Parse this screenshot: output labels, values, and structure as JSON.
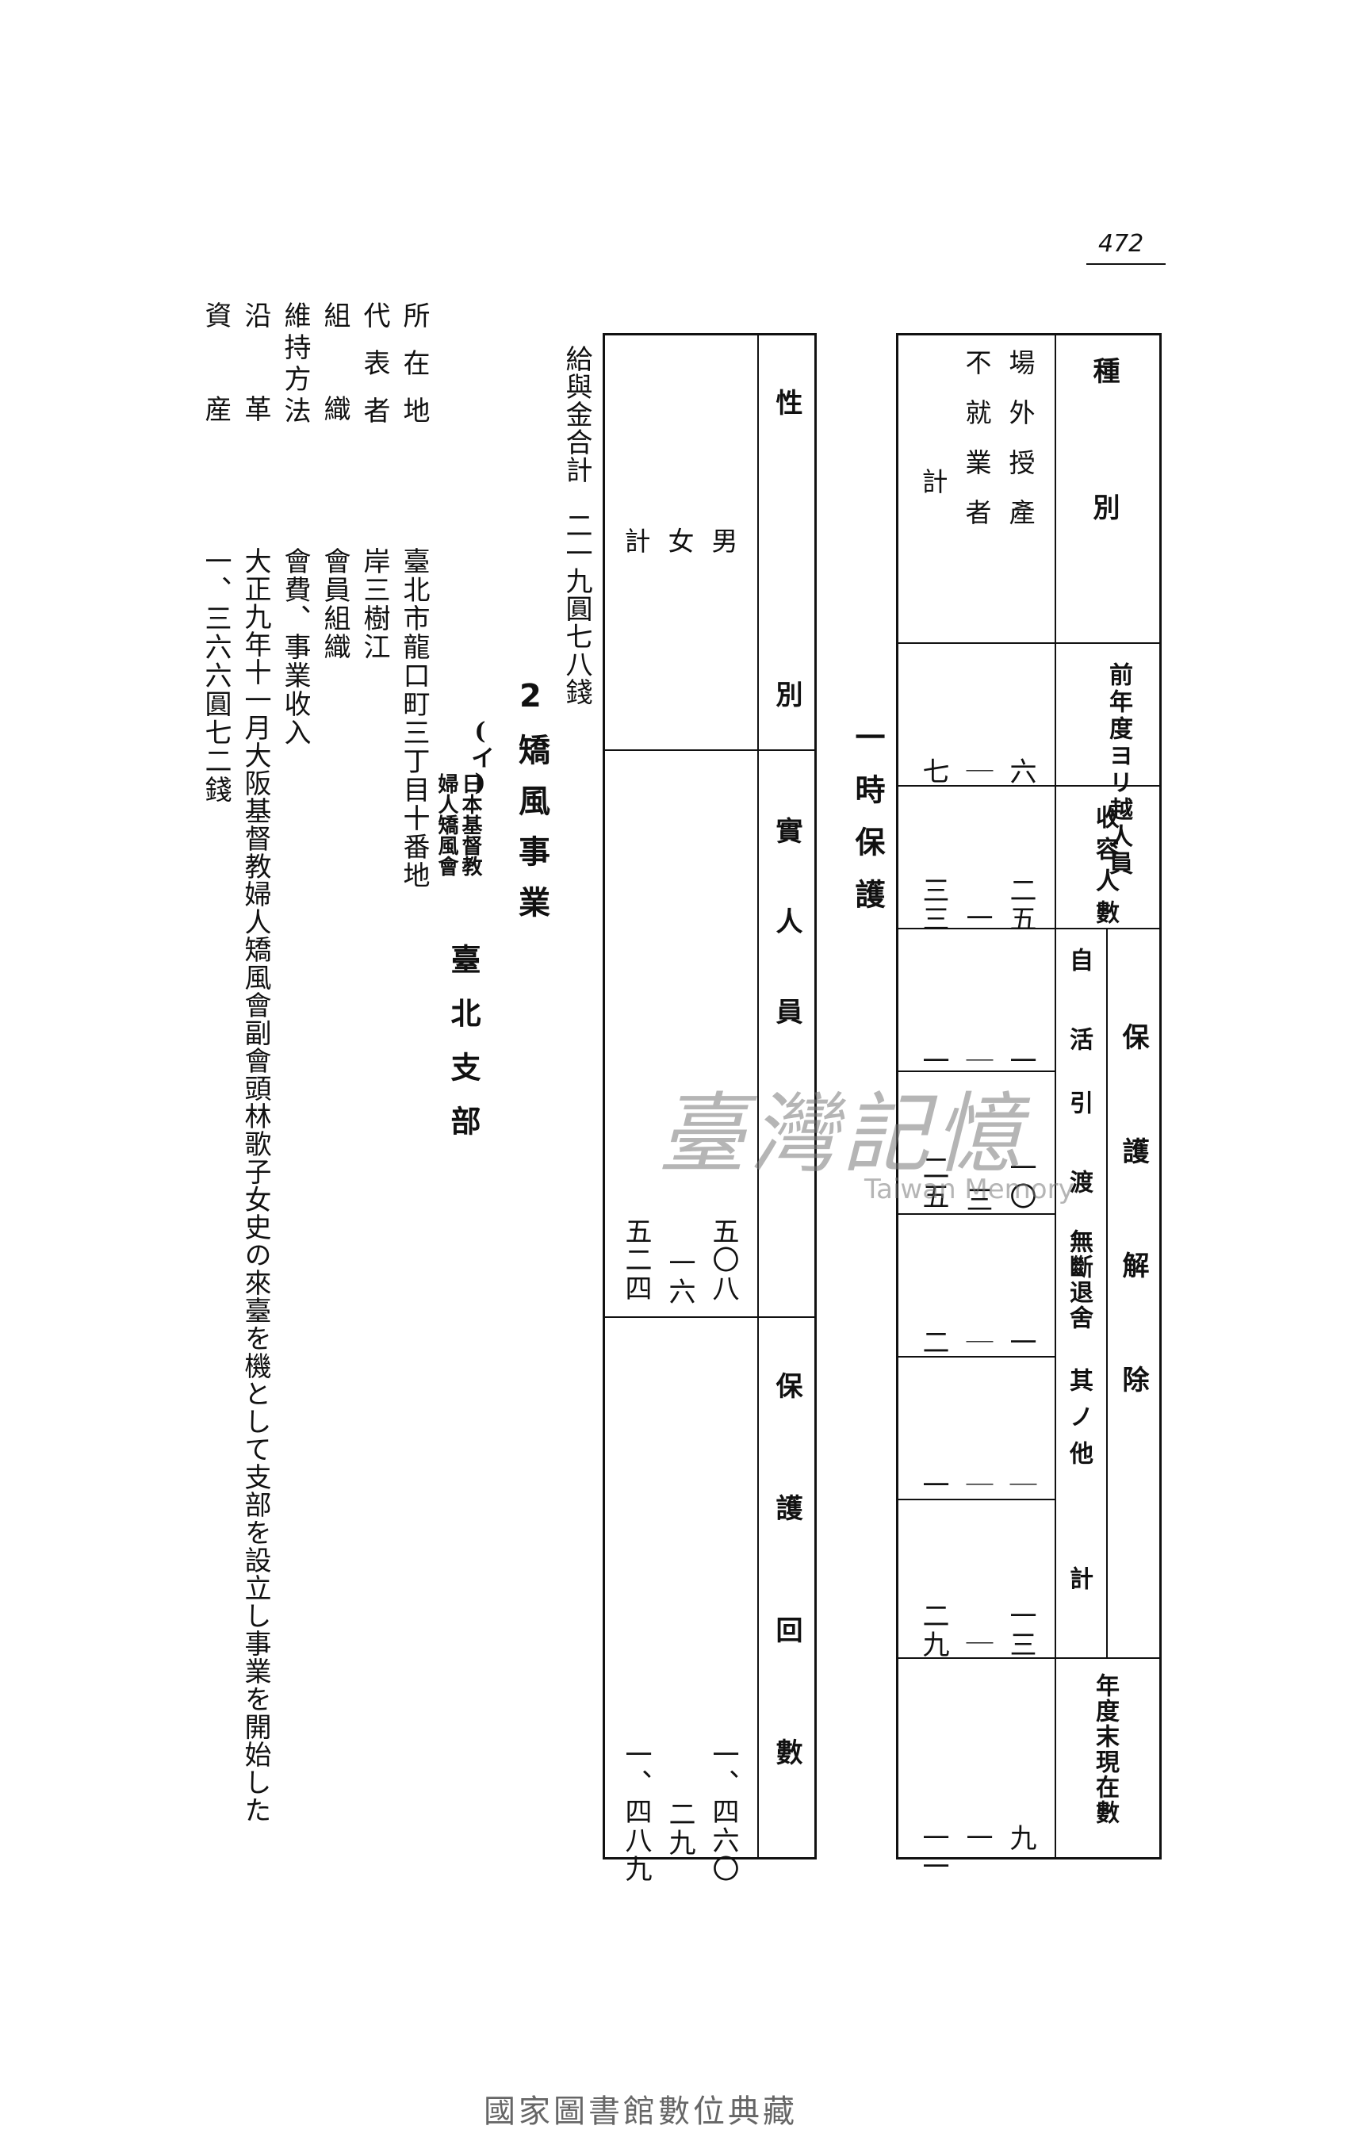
{
  "page_number": "472",
  "table1": {
    "header_kind": "種　別",
    "header_carry_over": "前年度ヨリ越人員",
    "header_admitted": "收容人數",
    "header_release": "保護解除",
    "sub_self": "自活",
    "sub_handover": "引渡",
    "sub_absconded": "無斷退舍",
    "sub_other": "其ノ他",
    "sub_total": "計",
    "header_year_end": "年度末現在數",
    "rows": [
      {
        "label": "場外授產",
        "carry": "六",
        "admitted": "二五",
        "self": "一",
        "handover": "一〇",
        "absconded": "一",
        "other": "｜",
        "total": "一三",
        "year_end": "九"
      },
      {
        "label": "不就業者",
        "carry": "｜",
        "admitted": "一",
        "self": "｜",
        "handover": "三",
        "absconded": "｜",
        "other": "｜",
        "total": "｜",
        "year_end": "一"
      },
      {
        "label": "計",
        "carry": "七",
        "admitted": "三三",
        "self": "一",
        "handover": "二五",
        "absconded": "二",
        "other": "一",
        "total": "二九",
        "year_end": "一一"
      }
    ]
  },
  "section_title_temp": "一時保護",
  "table2": {
    "header_sex": "性　別",
    "header_persons": "實人員",
    "header_count": "保護回數",
    "rows": [
      {
        "label": "男",
        "persons": "五〇八",
        "count": "一、四六〇"
      },
      {
        "label": "女",
        "persons": "一六",
        "count": "二九"
      },
      {
        "label": "計",
        "persons": "五二四",
        "count": "一、四八九"
      }
    ]
  },
  "salary_total": "給與金合計　二一九圓七八錢",
  "section2_num": "2",
  "section2_title": "矯風事業",
  "org": {
    "marker": "(イ)",
    "name_line1": "日本基督教",
    "name_line2": "婦人矯風會",
    "branch": "臺北支部"
  },
  "fields": [
    {
      "key": "所在地",
      "value": "臺北市龍口町三丁目十番地"
    },
    {
      "key": "代表者",
      "value": "岸三樹江"
    },
    {
      "key": "組織",
      "value": "會員組織"
    },
    {
      "key": "維持方法",
      "value": "會費、事業收入"
    },
    {
      "key": "沿革",
      "value": "大正九年十一月大阪基督教婦人矯風會副會頭林歌子女史の來臺を機として支部を設立し事業を開始した"
    },
    {
      "key": "資産",
      "value": "一、三六六圓七二錢"
    }
  ],
  "watermark": {
    "main": "臺灣記憶",
    "sub": "Taiwan Memory"
  },
  "footer": "國家圖書館數位典藏"
}
